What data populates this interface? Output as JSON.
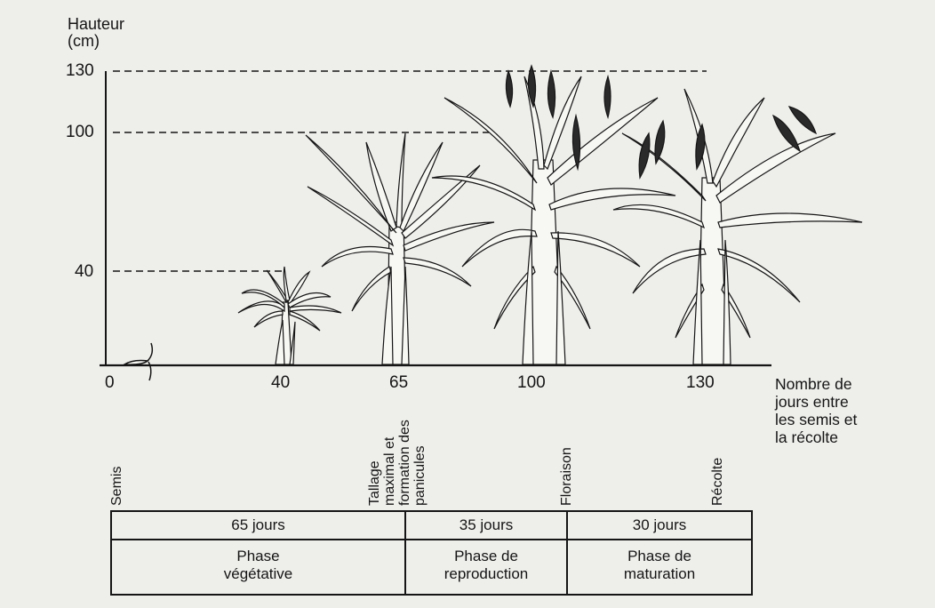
{
  "y_axis": {
    "label_line1": "Hauteur",
    "label_line2": "(cm)",
    "ticks": [
      "130",
      "100",
      "40"
    ]
  },
  "x_axis": {
    "ticks": [
      "0",
      "40",
      "65",
      "100",
      "130"
    ],
    "title_lines": [
      "Nombre de",
      "jours entre",
      "les semis et",
      "la récolte"
    ]
  },
  "stage_labels": {
    "semis": "Semis",
    "tallage_1": "Tallage",
    "tallage_2": "maximal et",
    "tallage_3": "formation des",
    "tallage_4": "panicules",
    "floraison": "Floraison",
    "recolte": "Récolte"
  },
  "phase_table": {
    "durations": [
      "65 jours",
      "35 jours",
      "30 jours"
    ],
    "phases": [
      {
        "line1": "Phase",
        "line2": "végétative"
      },
      {
        "line1": "Phase de",
        "line2": "reproduction"
      },
      {
        "line1": "Phase de",
        "line2": "maturation"
      }
    ]
  },
  "colors": {
    "background": "#eeeeeb",
    "ink": "#151515",
    "plant_fill": "#f7f7f4"
  },
  "icons": [
    "rice-seedling",
    "rice-plant-40-days",
    "rice-plant-65-days",
    "rice-plant-100-days",
    "rice-plant-130-days"
  ]
}
